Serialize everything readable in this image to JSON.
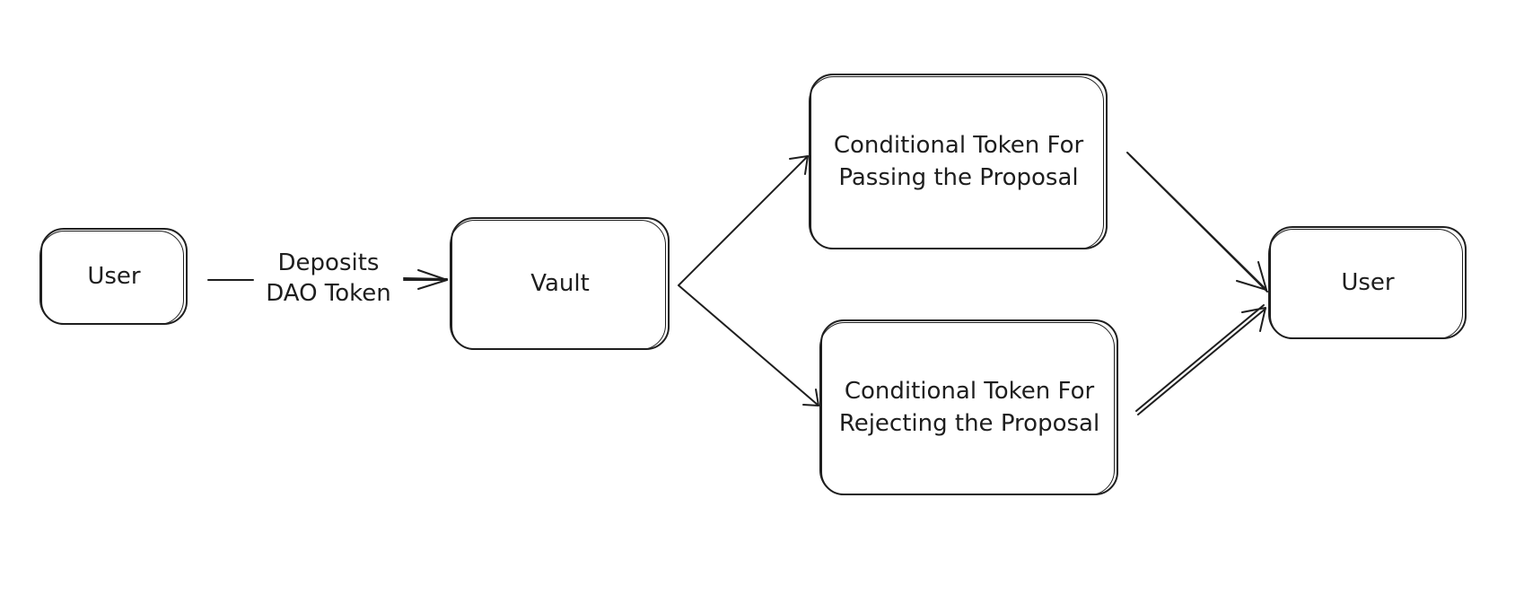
{
  "diagram": {
    "nodes": {
      "user_left": {
        "label": "User"
      },
      "vault": {
        "label": "Vault"
      },
      "token_pass": {
        "label": "Conditional Token For\nPassing the Proposal"
      },
      "token_reject": {
        "label": "Conditional Token For\nRejecting the Proposal"
      },
      "user_right": {
        "label": "User"
      }
    },
    "edges": {
      "deposit": {
        "from": "user_left",
        "to": "vault",
        "label": "Deposits\nDAO Token"
      },
      "vault_to_pass": {
        "from": "vault",
        "to": "token_pass"
      },
      "vault_to_reject": {
        "from": "vault",
        "to": "token_reject"
      },
      "pass_to_user": {
        "from": "token_pass",
        "to": "user_right"
      },
      "reject_to_user": {
        "from": "token_reject",
        "to": "user_right"
      }
    },
    "stroke_color": "#1e1e1e",
    "background": "#ffffff"
  }
}
